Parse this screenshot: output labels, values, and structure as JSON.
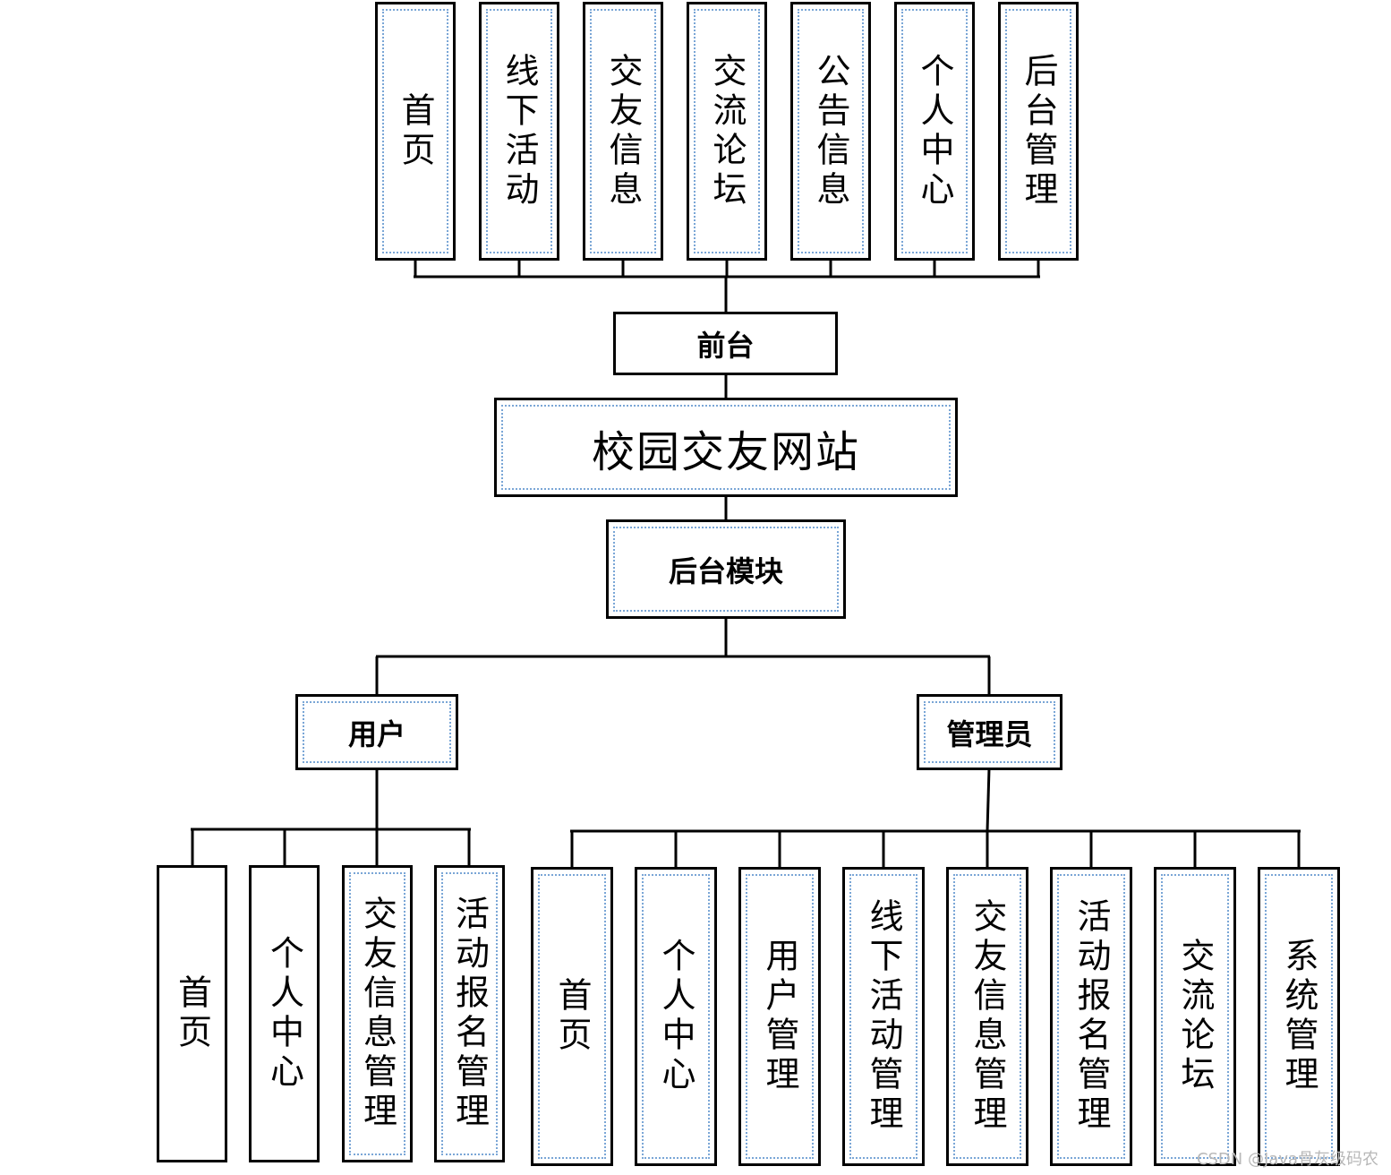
{
  "root": {
    "label": "校园交友网站"
  },
  "frontend": {
    "label": "前台",
    "items": [
      "首页",
      "线下活动",
      "交友信息",
      "交流论坛",
      "公告信息",
      "个人中心",
      "后台管理"
    ]
  },
  "backend": {
    "label": "后台模块",
    "user": {
      "label": "用户",
      "items": [
        "首页",
        "个人中心",
        "交友信息管理",
        "活动报名管理"
      ]
    },
    "admin": {
      "label": "管理员",
      "items": [
        "首页",
        "个人中心",
        "用户管理",
        "线下活动管理",
        "交友信息管理",
        "活动报名管理",
        "交流论坛",
        "系统管理"
      ]
    }
  },
  "watermark": "CSDN @Java骨灰级码农"
}
